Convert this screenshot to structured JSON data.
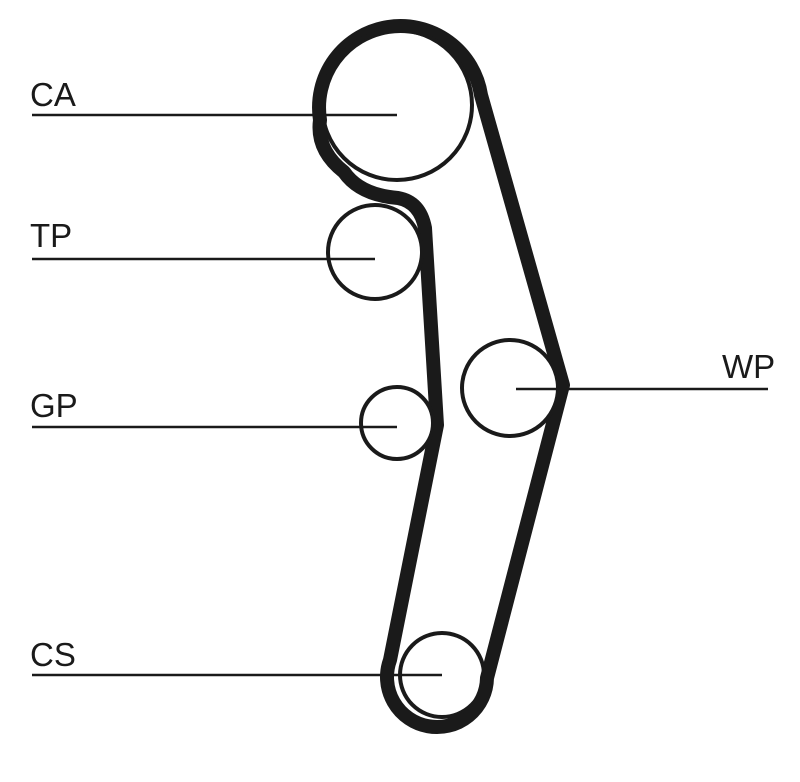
{
  "labels": {
    "camshaft": "CA",
    "tensioner": "TP",
    "guide": "GP",
    "water_pump": "WP",
    "crankshaft": "CS"
  }
}
